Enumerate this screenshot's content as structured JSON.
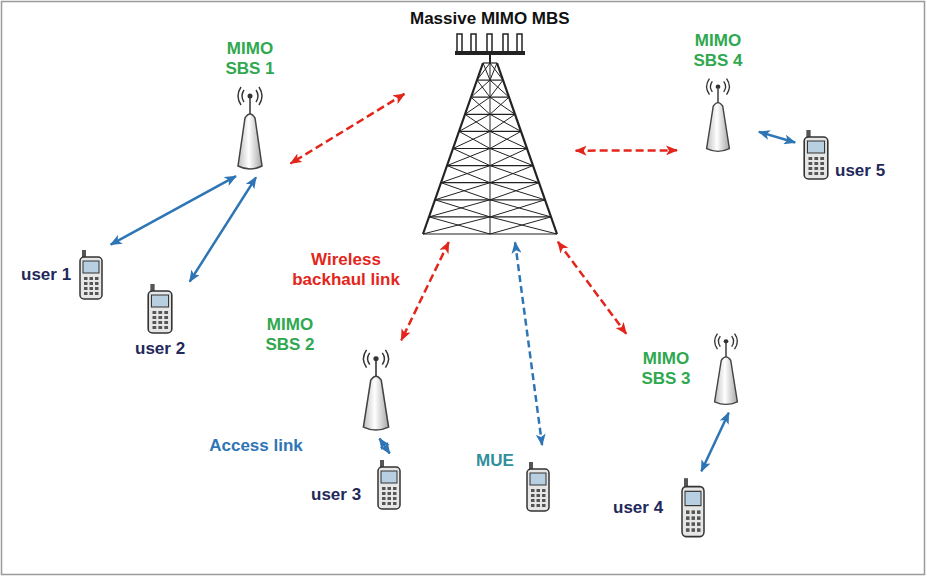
{
  "diagram": {
    "nodes": [
      {
        "text": [
          "Massive MIMO MBS"
        ]
      },
      {
        "text": [
          "MIMO SBS 1"
        ]
      },
      {
        "text": [
          "MIMO SBS 4"
        ]
      },
      {
        "text": [
          "user 5"
        ]
      },
      {
        "text": [
          "user 1"
        ]
      },
      {
        "text": [
          "user 2"
        ]
      },
      {
        "text": [
          "MIMO SBS 2"
        ]
      },
      {
        "text": [
          "MIMO SBS 3"
        ]
      },
      {
        "text": [
          "user 3"
        ]
      },
      {
        "text": [
          "MUE"
        ]
      },
      {
        "text": [
          "user 4"
        ]
      }
    ],
    "edges": [
      {
        "from": 0,
        "to": 1,
        "arrow": "both"
      },
      {
        "from": 0,
        "to": 6,
        "arrow": "both"
      },
      {
        "from": 0,
        "to": 9,
        "arrow": "both"
      },
      {
        "from": 0,
        "to": 7,
        "arrow": "both"
      },
      {
        "from": 0,
        "to": 2,
        "arrow": "both"
      },
      {
        "from": 1,
        "to": 4,
        "arrow": "both"
      },
      {
        "from": 1,
        "to": 5,
        "arrow": "both"
      },
      {
        "from": 6,
        "to": 8,
        "arrow": "both"
      },
      {
        "from": 7,
        "to": 10,
        "arrow": "both"
      },
      {
        "from": 2,
        "to": 3,
        "arrow": "both"
      }
    ],
    "labels": [
      "Wireless backhaul link",
      "Access link"
    ]
  }
}
